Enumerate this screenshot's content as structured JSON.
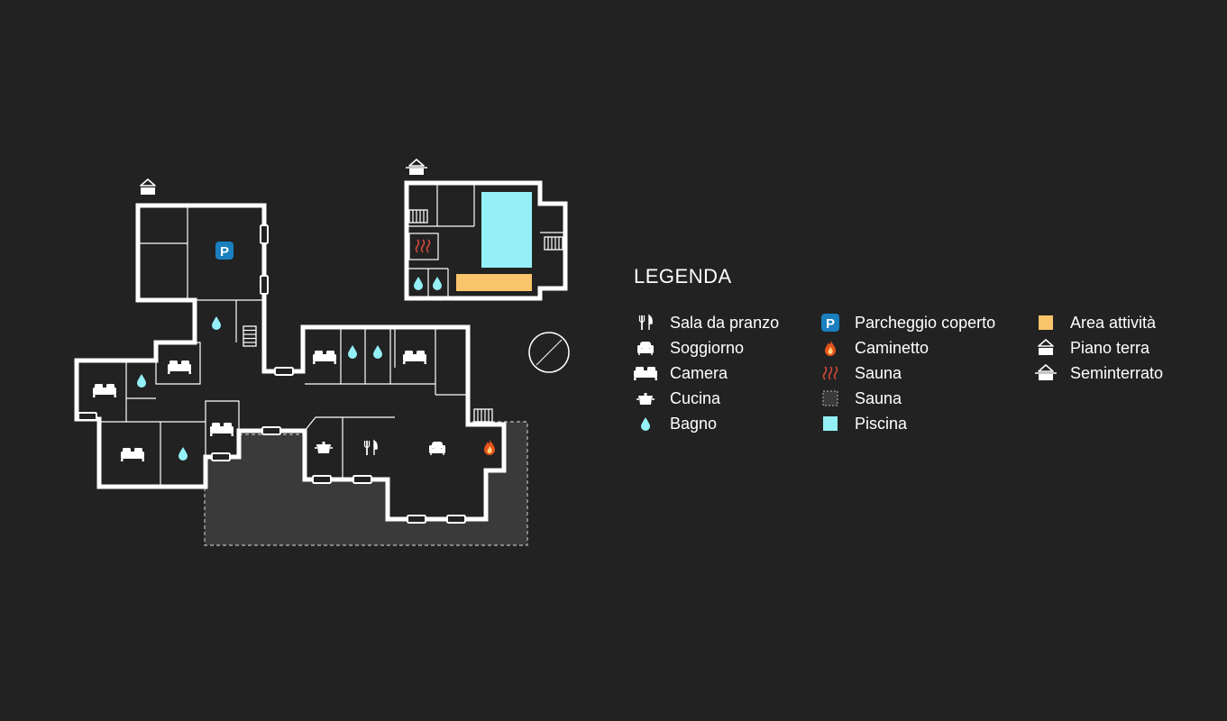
{
  "colors": {
    "background": "#222222",
    "wall": "#ffffff",
    "terrace": "#3a3a3a",
    "water": "#94f0f6",
    "parking": "#1a7fbf",
    "fire": "#e8531c",
    "sauna": "#d44a3a",
    "activity": "#f9c46a"
  },
  "legend": {
    "title": "LEGENDA",
    "columns": [
      [
        {
          "icon": "dining-icon",
          "label": "Sala da pranzo"
        },
        {
          "icon": "living-room-icon",
          "label": "Soggiorno"
        },
        {
          "icon": "bed-icon",
          "label": "Camera"
        },
        {
          "icon": "cooking-pot-icon",
          "label": "Cucina"
        },
        {
          "icon": "water-drop-icon",
          "label": "Bagno"
        }
      ],
      [
        {
          "icon": "parking-icon",
          "label": "Parcheggio coperto"
        },
        {
          "icon": "fireplace-icon",
          "label": "Caminetto"
        },
        {
          "icon": "sauna-heat-icon",
          "label": "Sauna"
        },
        {
          "icon": "terrace-swatch-icon",
          "label": "Sauna"
        },
        {
          "icon": "pool-swatch-icon",
          "label": "Piscina"
        }
      ],
      [
        {
          "icon": "activity-area-swatch-icon",
          "label": "Area attività"
        },
        {
          "icon": "ground-floor-icon",
          "label": "Piano terra"
        },
        {
          "icon": "basement-icon",
          "label": "Seminterrato"
        }
      ]
    ]
  }
}
